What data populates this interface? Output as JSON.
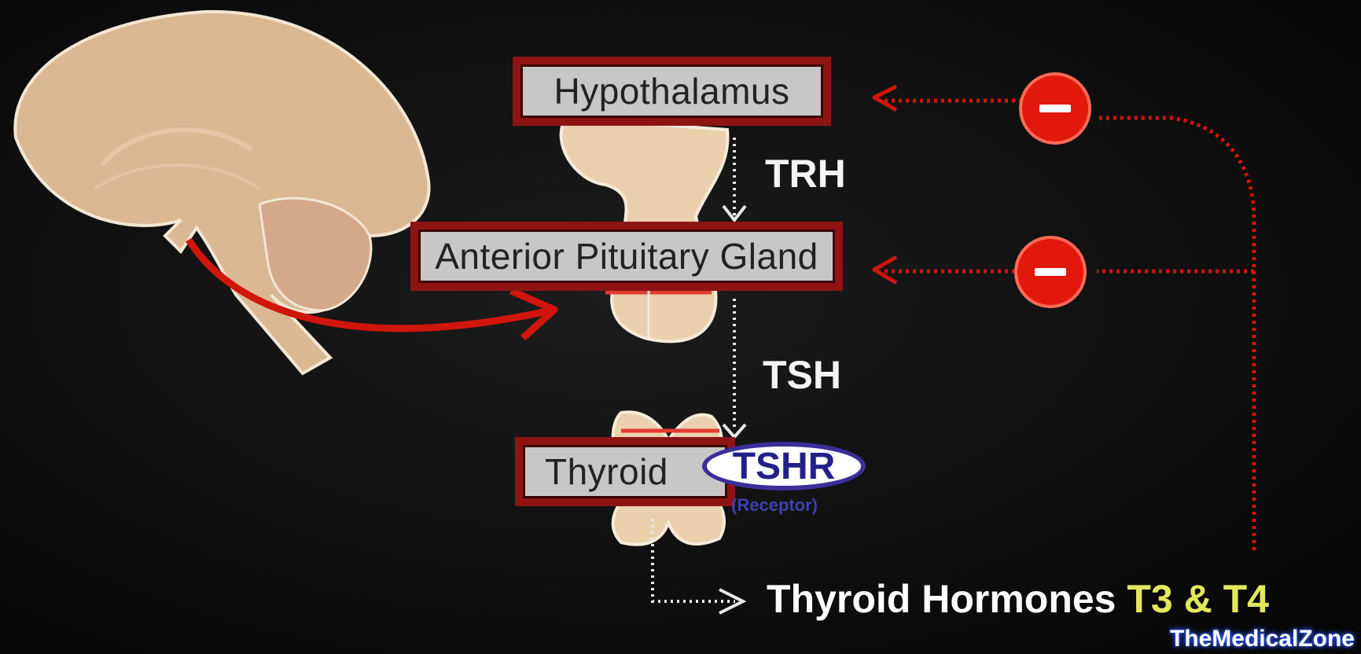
{
  "labels": {
    "hypothalamus": "Hypothalamus",
    "anterior_pituitary": "Anterior Pituitary Gland",
    "thyroid": "Thyroid",
    "tshr": "TSHR",
    "receptor": "(Receptor)",
    "trh": "TRH",
    "tsh": "TSH"
  },
  "output": {
    "prefix": "Thyroid Hormones",
    "hormones": "T3 & T4"
  },
  "watermark": "TheMedicalZone",
  "colors": {
    "background": "#0d0d0d",
    "box_border": "#8e1414",
    "box_fill": "#c9c6c6",
    "feedback": "#e2180c",
    "gland": "#e8c9a4",
    "hormone_highlight": "#e2e85a",
    "receptor": "#3a2f9a"
  },
  "icons": {
    "inhibit": "minus-circle-icon"
  }
}
